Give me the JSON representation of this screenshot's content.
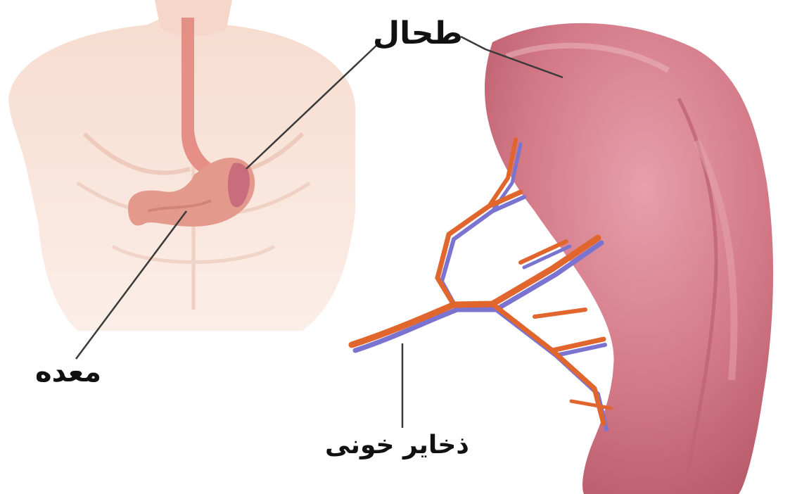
{
  "labels": {
    "spleen": "طحال",
    "stomach": "معده",
    "blood_reserves": "ذخایر خونی"
  },
  "colors": {
    "background": "#ffffff",
    "body_skin": "#f8ddd2",
    "body_shadow": "#ecc4b4",
    "stomach": "#e49a8c",
    "esophagus": "#e58f86",
    "spleen_main": "#d47a88",
    "spleen_light": "#e7a1ad",
    "spleen_dark": "#b85b6b",
    "artery": "#e0662e",
    "vein": "#7a74d0",
    "leader_line": "#3a3a3a"
  }
}
